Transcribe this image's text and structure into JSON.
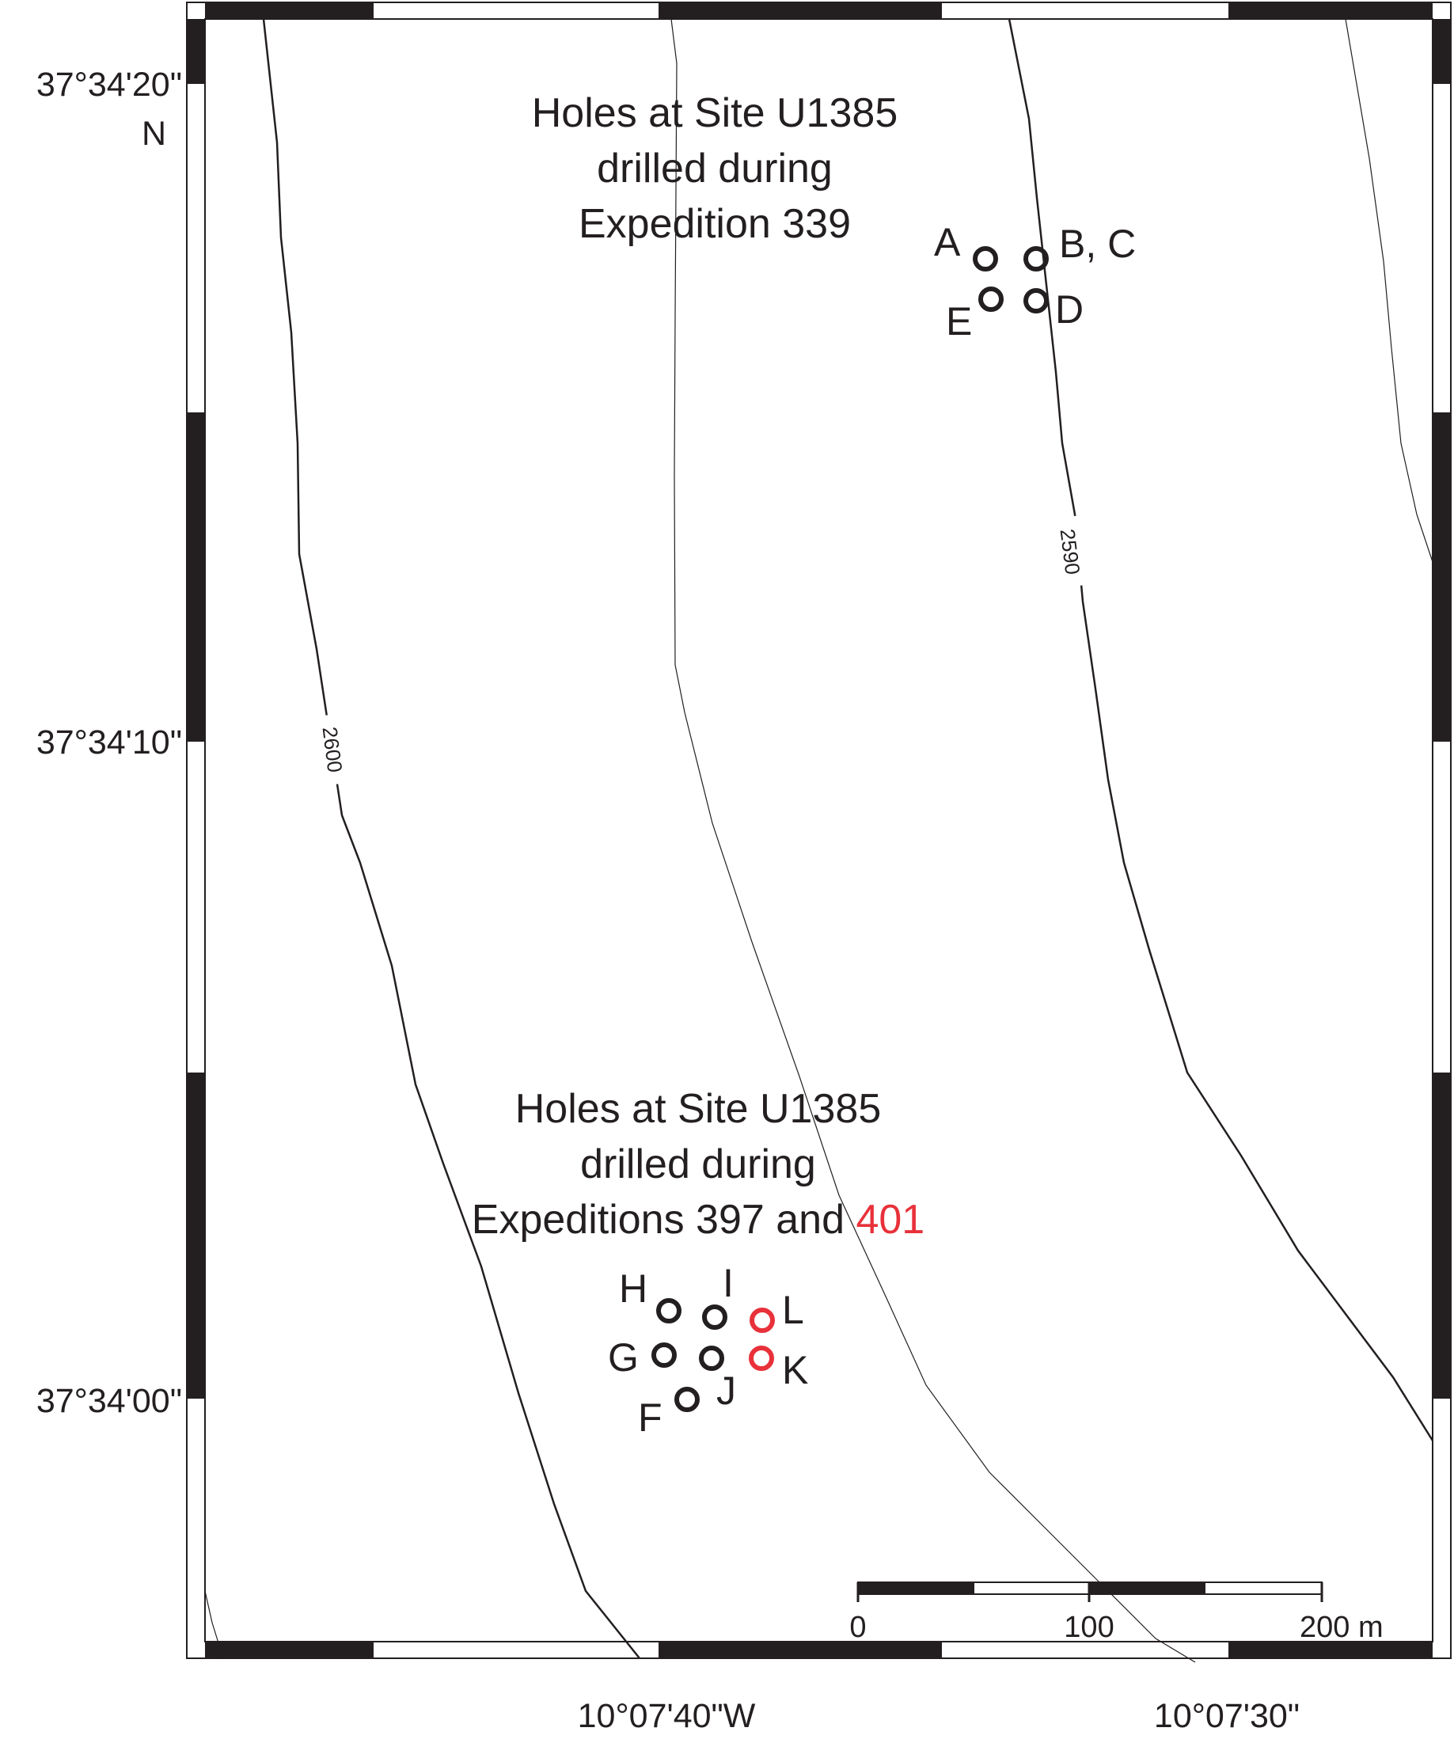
{
  "colors": {
    "ink": "#231f20",
    "expedition_401": "#e8313a",
    "background": "#ffffff"
  },
  "latitude_labels": {
    "lat_20": "37°34'20\"",
    "lat_20_hemisphere": "N",
    "lat_10": "37°34'10\"",
    "lat_00": "37°34'00\""
  },
  "longitude_labels": {
    "lon_40": "10°07'40\"W",
    "lon_30": "10°07'30\""
  },
  "contours": {
    "c2590": "2590",
    "c2600": "2600"
  },
  "sites": {
    "exp339": {
      "title_line1": "Holes at Site U1385",
      "title_line2": "drilled during",
      "title_line3": "Expedition 339",
      "holes": {
        "A": "A",
        "BC": "B, C",
        "D": "D",
        "E": "E"
      }
    },
    "exp397_401": {
      "title_line1": "Holes at Site U1385",
      "title_line2": "drilled during",
      "title_line3_prefix": "Expeditions 397 and ",
      "title_line3_highlight": "401",
      "holes": {
        "F": "F",
        "G": "G",
        "H": "H",
        "I": "I",
        "J": "J",
        "K": "K",
        "L": "L"
      }
    }
  },
  "scale_bar": {
    "label_0": "0",
    "label_100": "100",
    "label_200": "200 m"
  }
}
